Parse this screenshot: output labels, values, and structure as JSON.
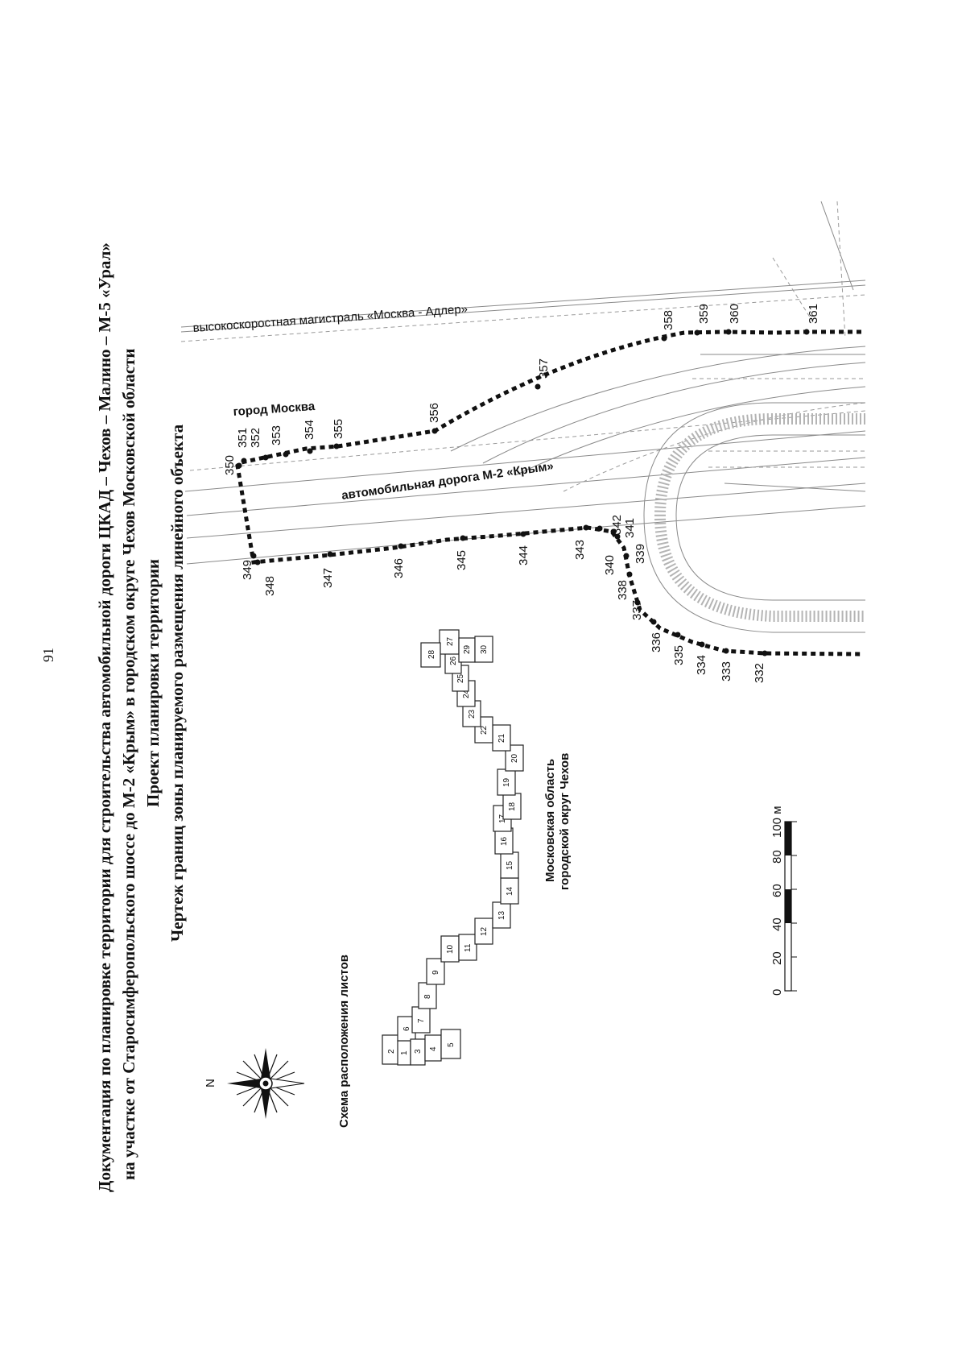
{
  "page_number": "91",
  "header": {
    "line1": "Документация по планировке территории для строительства автомобильной дороги ЦКАД – Чехов – Малино – М-5 «Урал»",
    "line2": "на участке от Старосимферопольского шоссе до М-2 «Крым» в городском округе Чехов Московской области",
    "line3": "Проект планировки территории",
    "line4": "Чертеж границ зоны планируемого размещения линейного объекта"
  },
  "map": {
    "label_highspeed": "высокоскоростная магистраль «Москва - Адлер»",
    "label_road": "автомобильная дорога М-2 «Крым»",
    "label_city": "город Москва",
    "label_region_line1": "Московская область",
    "label_region_line2": "городской округ Чехов",
    "label_sheets": "Схема расположения листов",
    "north": "N",
    "points": {
      "p332": "332",
      "p333": "333",
      "p334": "334",
      "p335": "335",
      "p336": "336",
      "p337": "337",
      "p338": "338",
      "p339": "339",
      "p340": "340",
      "p341": "341",
      "p342": "342",
      "p343": "343",
      "p344": "344",
      "p345": "345",
      "p346": "346",
      "p347": "347",
      "p348": "348",
      "p349": "349",
      "p350": "350",
      "p351": "351",
      "p352": "352",
      "p353": "353",
      "p354": "354",
      "p355": "355",
      "p356": "356",
      "p357": "357",
      "p358": "358",
      "p359": "359",
      "p360": "360",
      "p361": "361"
    },
    "sheets": [
      "1",
      "2",
      "3",
      "4",
      "5",
      "6",
      "7",
      "8",
      "9",
      "10",
      "11",
      "12",
      "13",
      "14",
      "15",
      "16",
      "17",
      "18",
      "19",
      "20",
      "21",
      "22",
      "23",
      "24",
      "25",
      "26",
      "27",
      "28",
      "29",
      "30"
    ],
    "scale": {
      "ticks": [
        "0",
        "20",
        "40",
        "60",
        "80",
        "100 м"
      ]
    }
  }
}
